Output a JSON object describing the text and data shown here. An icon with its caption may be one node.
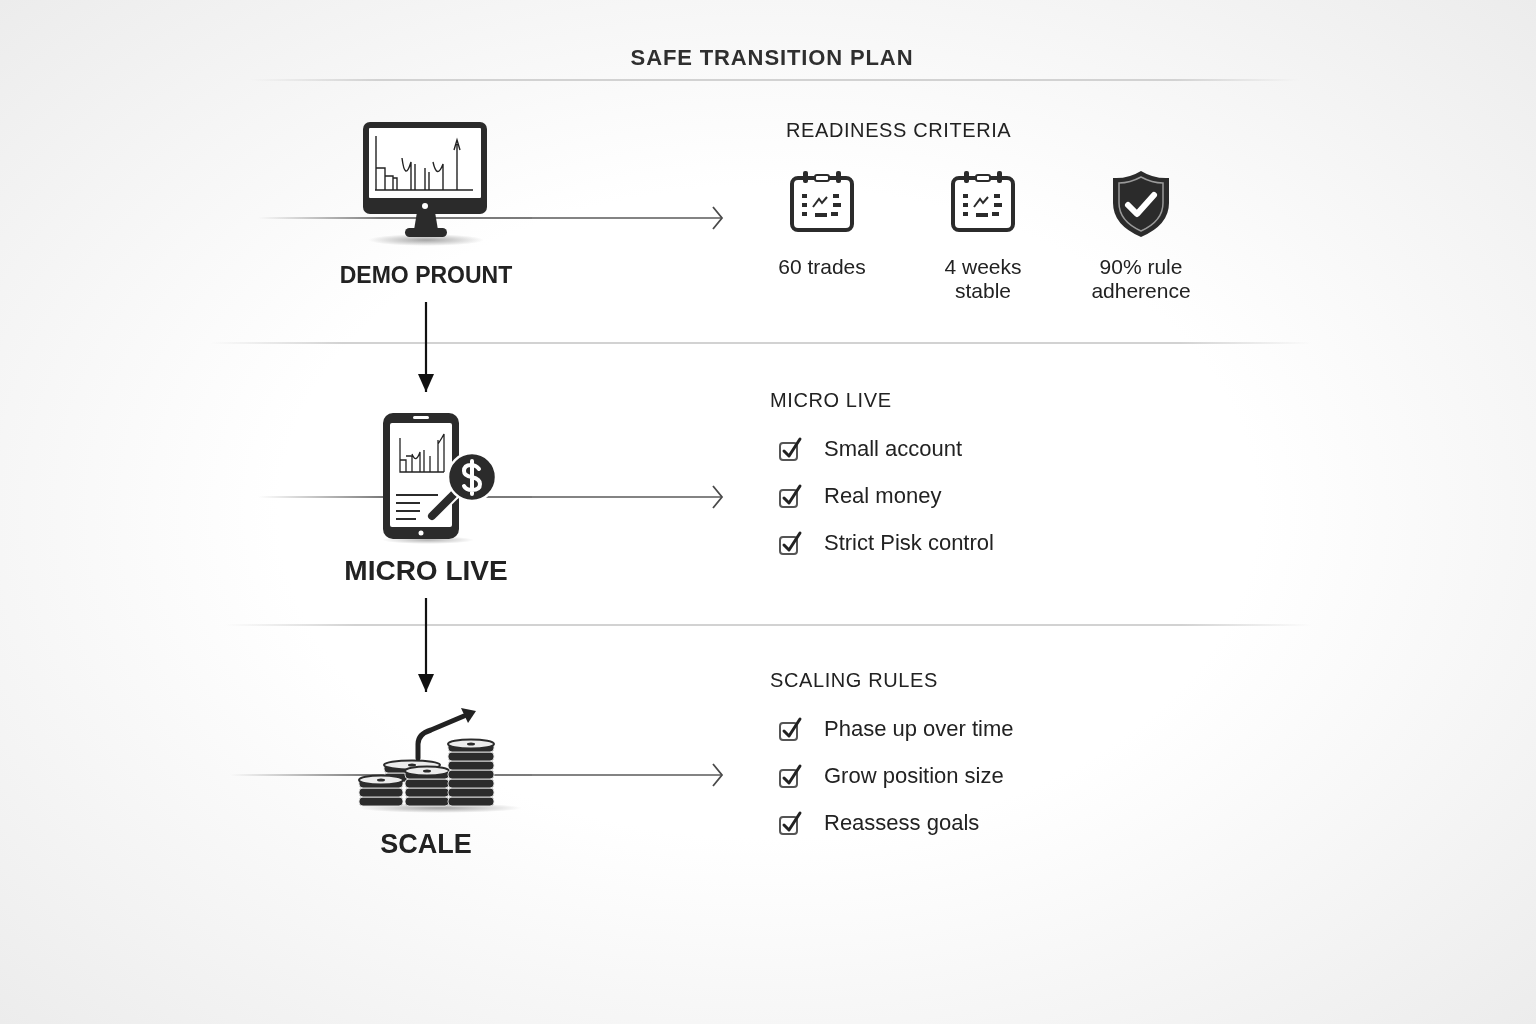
{
  "diagram": {
    "title": "SAFE TRANSITION PLAN",
    "nodes": [
      {
        "text": [
          "DEMO PROUNT"
        ]
      },
      {
        "text": [
          "READINESS CRITERIA",
          "60 trades",
          "4 weeks stable",
          "90% rule adherence"
        ]
      },
      {
        "text": [
          "MICRO LIVE"
        ]
      },
      {
        "text": [
          "MICRO LIVE",
          "Small account",
          "Real money",
          "Strict Pisk control"
        ]
      },
      {
        "text": [
          "SCALE"
        ]
      },
      {
        "text": [
          "SCALING RULES",
          "Phase up over time",
          "Grow position size",
          "Reassess goals"
        ]
      }
    ],
    "edges": [
      {
        "from": 0,
        "to": 1,
        "arrow": "to"
      },
      {
        "from": 0,
        "to": 2,
        "arrow": "to"
      },
      {
        "from": 2,
        "to": 3,
        "arrow": "to"
      },
      {
        "from": 2,
        "to": 4,
        "arrow": "to"
      },
      {
        "from": 4,
        "to": 5,
        "arrow": "to"
      }
    ]
  }
}
